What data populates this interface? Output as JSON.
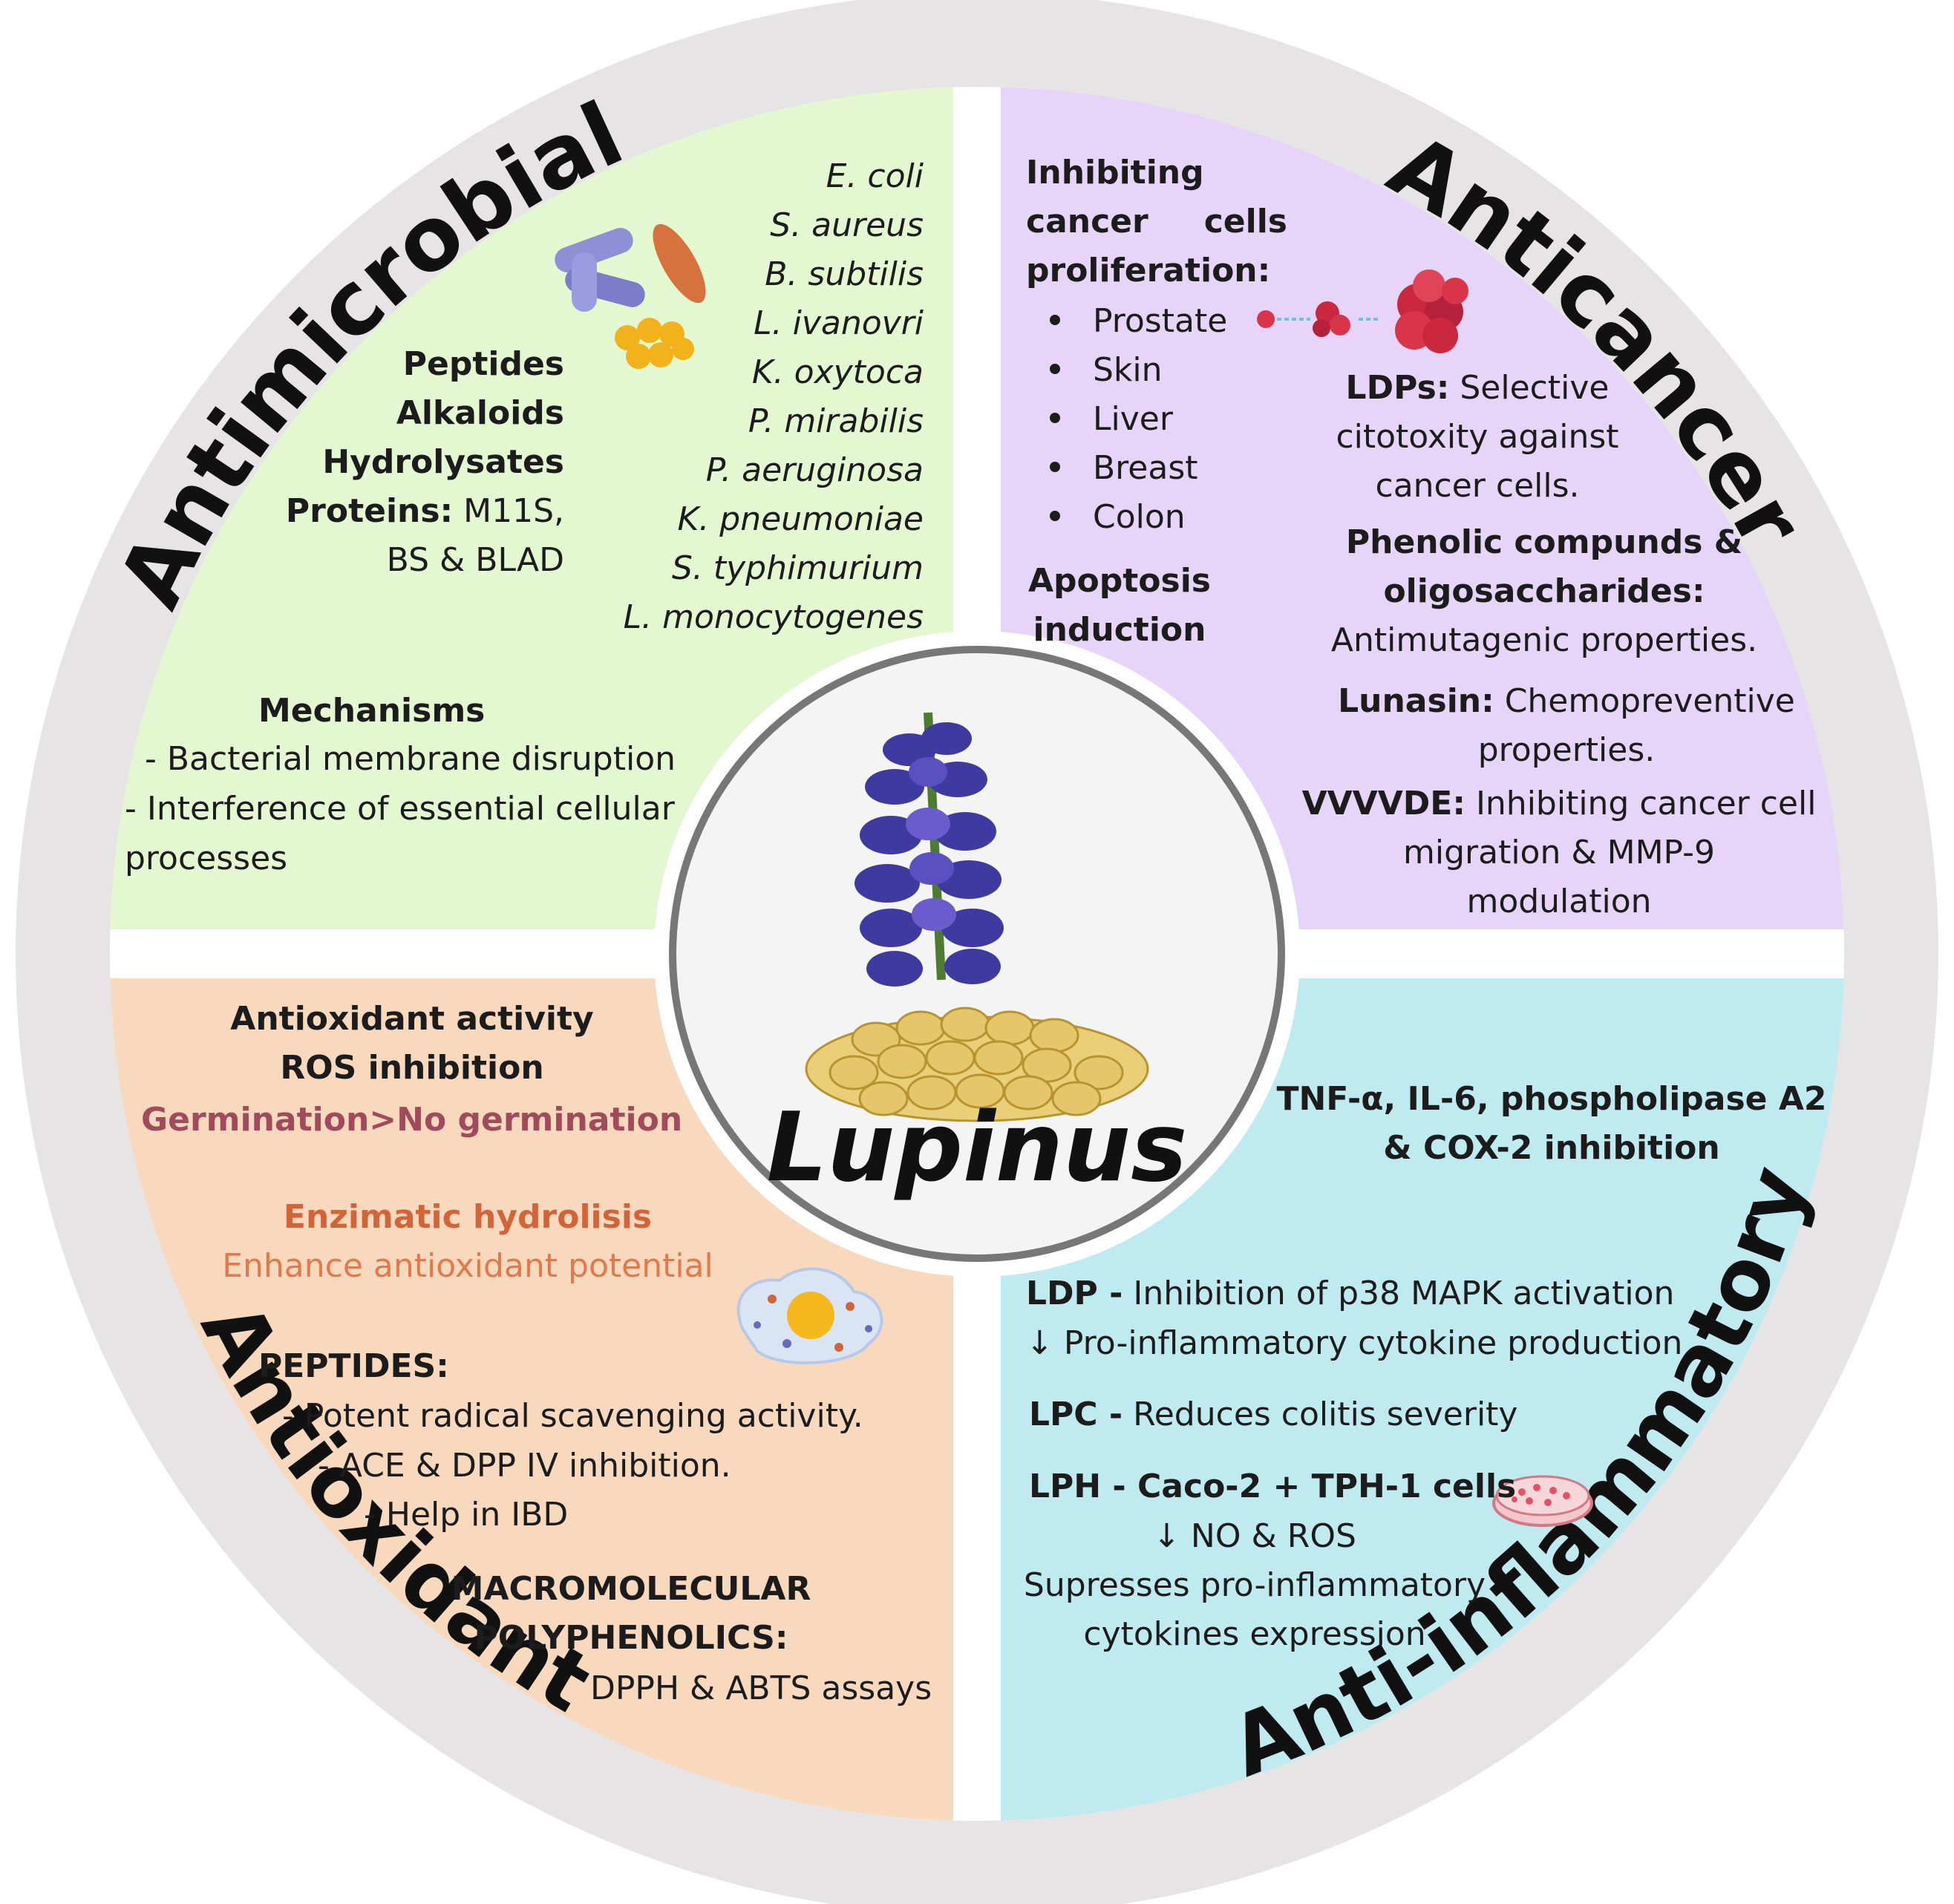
{
  "center": {
    "title": "Lupinus"
  },
  "ring_labels": {
    "top_left": "Antimicrobial",
    "top_right": "Anticancer",
    "bottom_left": "Antioxidant",
    "bottom_right": "Anti-inflammatory"
  },
  "colors": {
    "ring": "#e6e4e4",
    "antimicrobial": "#e3f7d0",
    "anticancer": "#e6d5f8",
    "antioxidant": "#f8d9bd",
    "anti_inflammatory": "#bfeaf0",
    "mauve_text": "#a14a5c",
    "orange_text": "#d2643a"
  },
  "antimicrobial": {
    "organisms": [
      "E. coli",
      "S. aureus",
      "B. subtilis",
      "L. ivanovri",
      "K. oxytoca",
      "P. mirabilis",
      "P. aeruginosa",
      "K. pneumoniae",
      "S. typhimurium",
      "L. monocytogenes"
    ],
    "compounds": {
      "peptides": "Peptides",
      "alkaloids": "Alkaloids",
      "hydrolysates": "Hydrolysates",
      "proteins_label": "Proteins:",
      "proteins_value": " M11S,",
      "proteins_value2": "BS & BLAD"
    },
    "mechanisms_title": "Mechanisms",
    "mechanisms": [
      "- Bacterial membrane disruption",
      "- Interference of essential cellular",
      "processes"
    ]
  },
  "anticancer": {
    "inhibiting": [
      "Inhibiting",
      "cancer",
      "cells",
      "proliferation:"
    ],
    "cancers": [
      "Prostate",
      "Skin",
      "Liver",
      "Breast",
      "Colon"
    ],
    "apoptosis": [
      "Apoptosis",
      "induction"
    ],
    "ldps_label": "LDPs:",
    "ldps_text": [
      " Selective",
      "citotoxity against",
      "cancer cells."
    ],
    "phenolic_title": [
      "Phenolic compunds &",
      "oligosaccharides:"
    ],
    "phenolic_text": "Antimutagenic properties.",
    "lunasin_label": "Lunasin:",
    "lunasin_text": [
      " Chemopreventive",
      "properties."
    ],
    "vvvvde_label": "VVVVDE:",
    "vvvvde_text": [
      " Inhibiting cancer cell",
      "migration & MMP-9",
      "modulation"
    ]
  },
  "antioxidant": {
    "activity": "Antioxidant activity",
    "ros": "ROS inhibition",
    "germination": "Germination>No germination",
    "enzimatic_title": "Enzimatic hydrolisis",
    "enzimatic_text": "Enhance antioxidant potential",
    "peptides_title": "PEPTIDES:",
    "peptides": [
      "- Potent radical scavenging activity.",
      "- ACE & DPP IV inhibition.",
      "- Help in IBD"
    ],
    "macro_title": [
      "MACROMOLECULAR",
      "POLYPHENOLICS:"
    ],
    "macro_text": "DPPH & ABTS assays"
  },
  "anti_inflammatory": {
    "headline": [
      "TNF-α, IL-6, phospholipase A2",
      "& COX-2 inhibition"
    ],
    "ldp_label": "LDP -",
    "ldp_text": " Inhibition of p38 MAPK activation",
    "ldp_text2": "↓ Pro-inflammatory cytokine production",
    "lpc_label": "LPC -",
    "lpc_text": " Reduces colitis severity",
    "lph_label": "LPH - Caco-2 + TPH-1 cells",
    "lph_lines": [
      "↓ NO & ROS",
      "Supresses pro-inflammatory",
      "cytokines expression"
    ]
  }
}
